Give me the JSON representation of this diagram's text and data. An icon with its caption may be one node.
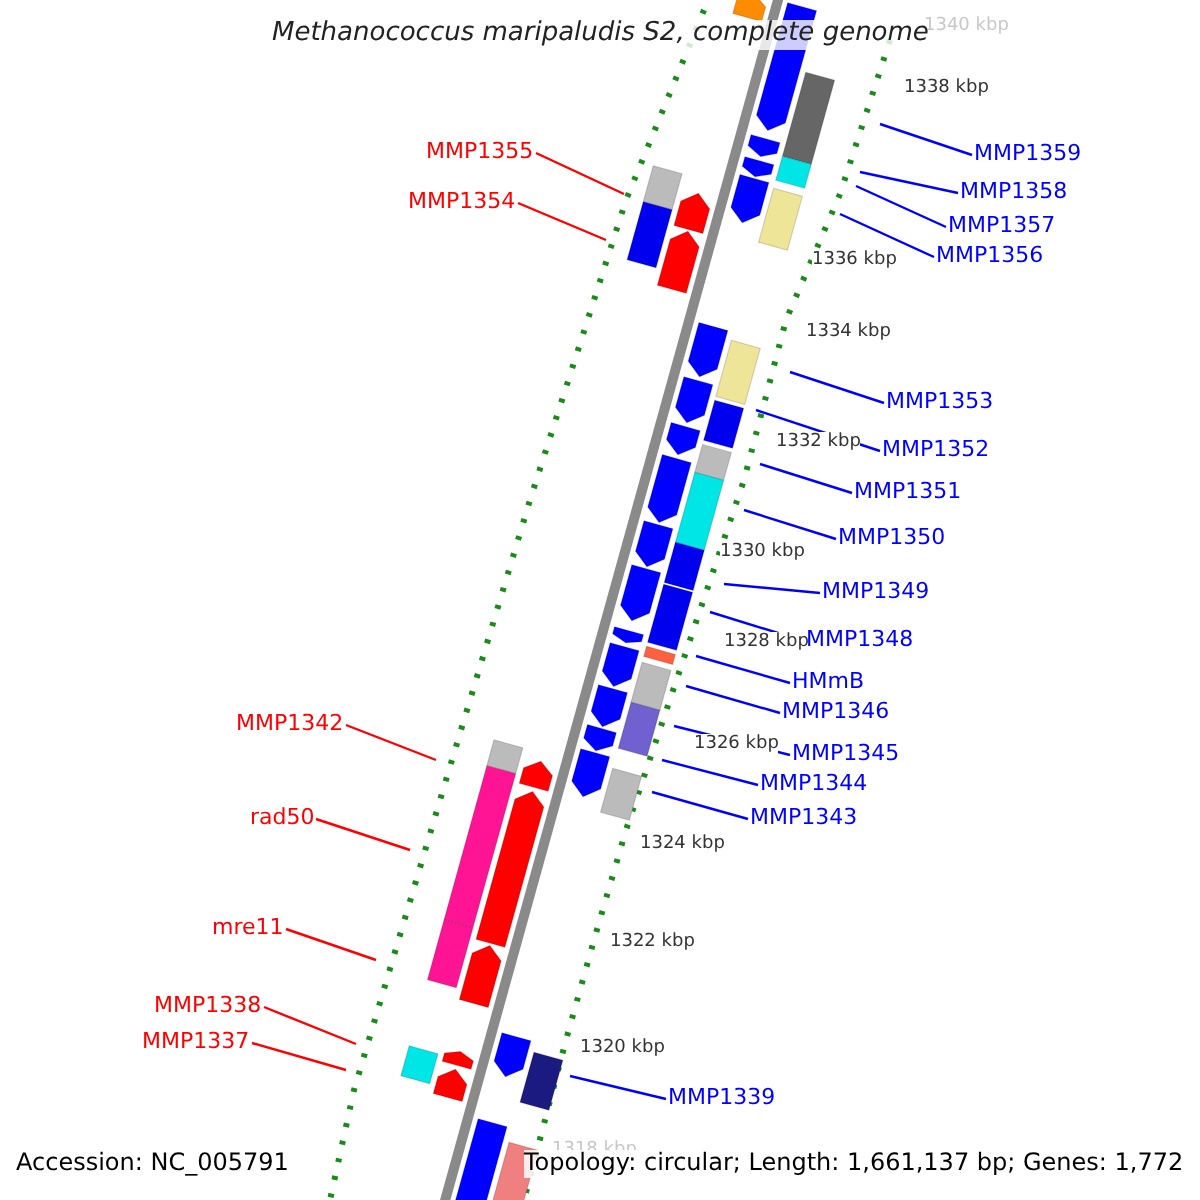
{
  "diagram": {
    "title": "Methanococcus maripaludis S2, complete genome",
    "nodes": [
      {
        "text": [
          "MMP1359"
        ]
      },
      {
        "text": [
          "MMP1355"
        ]
      },
      {
        "text": [
          "MMP1358"
        ]
      },
      {
        "text": [
          "MMP1354"
        ]
      },
      {
        "text": [
          "MMP1357"
        ]
      },
      {
        "text": [
          "MMP1356"
        ]
      },
      {
        "text": [
          "MMP1353"
        ]
      },
      {
        "text": [
          "MMP1352"
        ]
      },
      {
        "text": [
          "MMP1351"
        ]
      },
      {
        "text": [
          "MMP1350"
        ]
      },
      {
        "text": [
          "MMP1349"
        ]
      },
      {
        "text": [
          "MMP1348"
        ]
      },
      {
        "text": [
          "HMmB"
        ]
      },
      {
        "text": [
          "MMP1346"
        ]
      },
      {
        "text": [
          "MMP1342"
        ]
      },
      {
        "text": [
          "MMP1345"
        ]
      },
      {
        "text": [
          "MMP1344"
        ]
      },
      {
        "text": [
          "MMP1343"
        ]
      },
      {
        "text": [
          "rad50"
        ]
      },
      {
        "text": [
          "mre11"
        ]
      },
      {
        "text": [
          "MMP1338"
        ]
      },
      {
        "text": [
          "MMP1337"
        ]
      },
      {
        "text": [
          "MMP1339"
        ]
      }
    ],
    "edges": [
      {
        "from": 0,
        "to": null,
        "arrow": "none"
      },
      {
        "from": 1,
        "to": null,
        "arrow": "none",
        "color": "#ff0000"
      },
      {
        "from": 2,
        "to": null,
        "arrow": "none"
      },
      {
        "from": 3,
        "to": null,
        "arrow": "none",
        "color": "#ff0000"
      },
      {
        "from": 4,
        "to": null,
        "arrow": "none"
      },
      {
        "from": 5,
        "to": null,
        "arrow": "none"
      },
      {
        "from": 6,
        "to": null,
        "arrow": "none"
      },
      {
        "from": 7,
        "to": null,
        "arrow": "none"
      },
      {
        "from": 8,
        "to": null,
        "arrow": "none"
      },
      {
        "from": 9,
        "to": null,
        "arrow": "none"
      },
      {
        "from": 10,
        "to": null,
        "arrow": "none"
      },
      {
        "from": 11,
        "to": null,
        "arrow": "none"
      },
      {
        "from": 12,
        "to": null,
        "arrow": "none"
      },
      {
        "from": 13,
        "to": null,
        "arrow": "none"
      },
      {
        "from": 14,
        "to": null,
        "arrow": "none",
        "color": "#ff0000"
      },
      {
        "from": 15,
        "to": null,
        "arrow": "none"
      },
      {
        "from": 16,
        "to": null,
        "arrow": "none"
      },
      {
        "from": 17,
        "to": null,
        "arrow": "none"
      },
      {
        "from": 18,
        "to": null,
        "arrow": "none",
        "color": "#ff0000"
      },
      {
        "from": 19,
        "to": null,
        "arrow": "none",
        "color": "#ff0000"
      },
      {
        "from": 20,
        "to": null,
        "arrow": "none",
        "color": "#ff0000"
      },
      {
        "from": 21,
        "to": null,
        "arrow": "none",
        "color": "#ff0000"
      },
      {
        "from": 22,
        "to": null,
        "arrow": "none"
      }
    ],
    "labels": [
      "1340 kbp",
      "1338 kbp",
      "1336 kbp",
      "1334 kbp",
      "1332 kbp",
      "1330 kbp",
      "1328 kbp",
      "1326 kbp",
      "1324 kbp",
      "1322 kbp",
      "1320 kbp",
      "1318 kbp",
      "Accession: NC_005791",
      "Topology: circular; Length: 1,661,137 bp; Genes: 1,772"
    ]
  }
}
